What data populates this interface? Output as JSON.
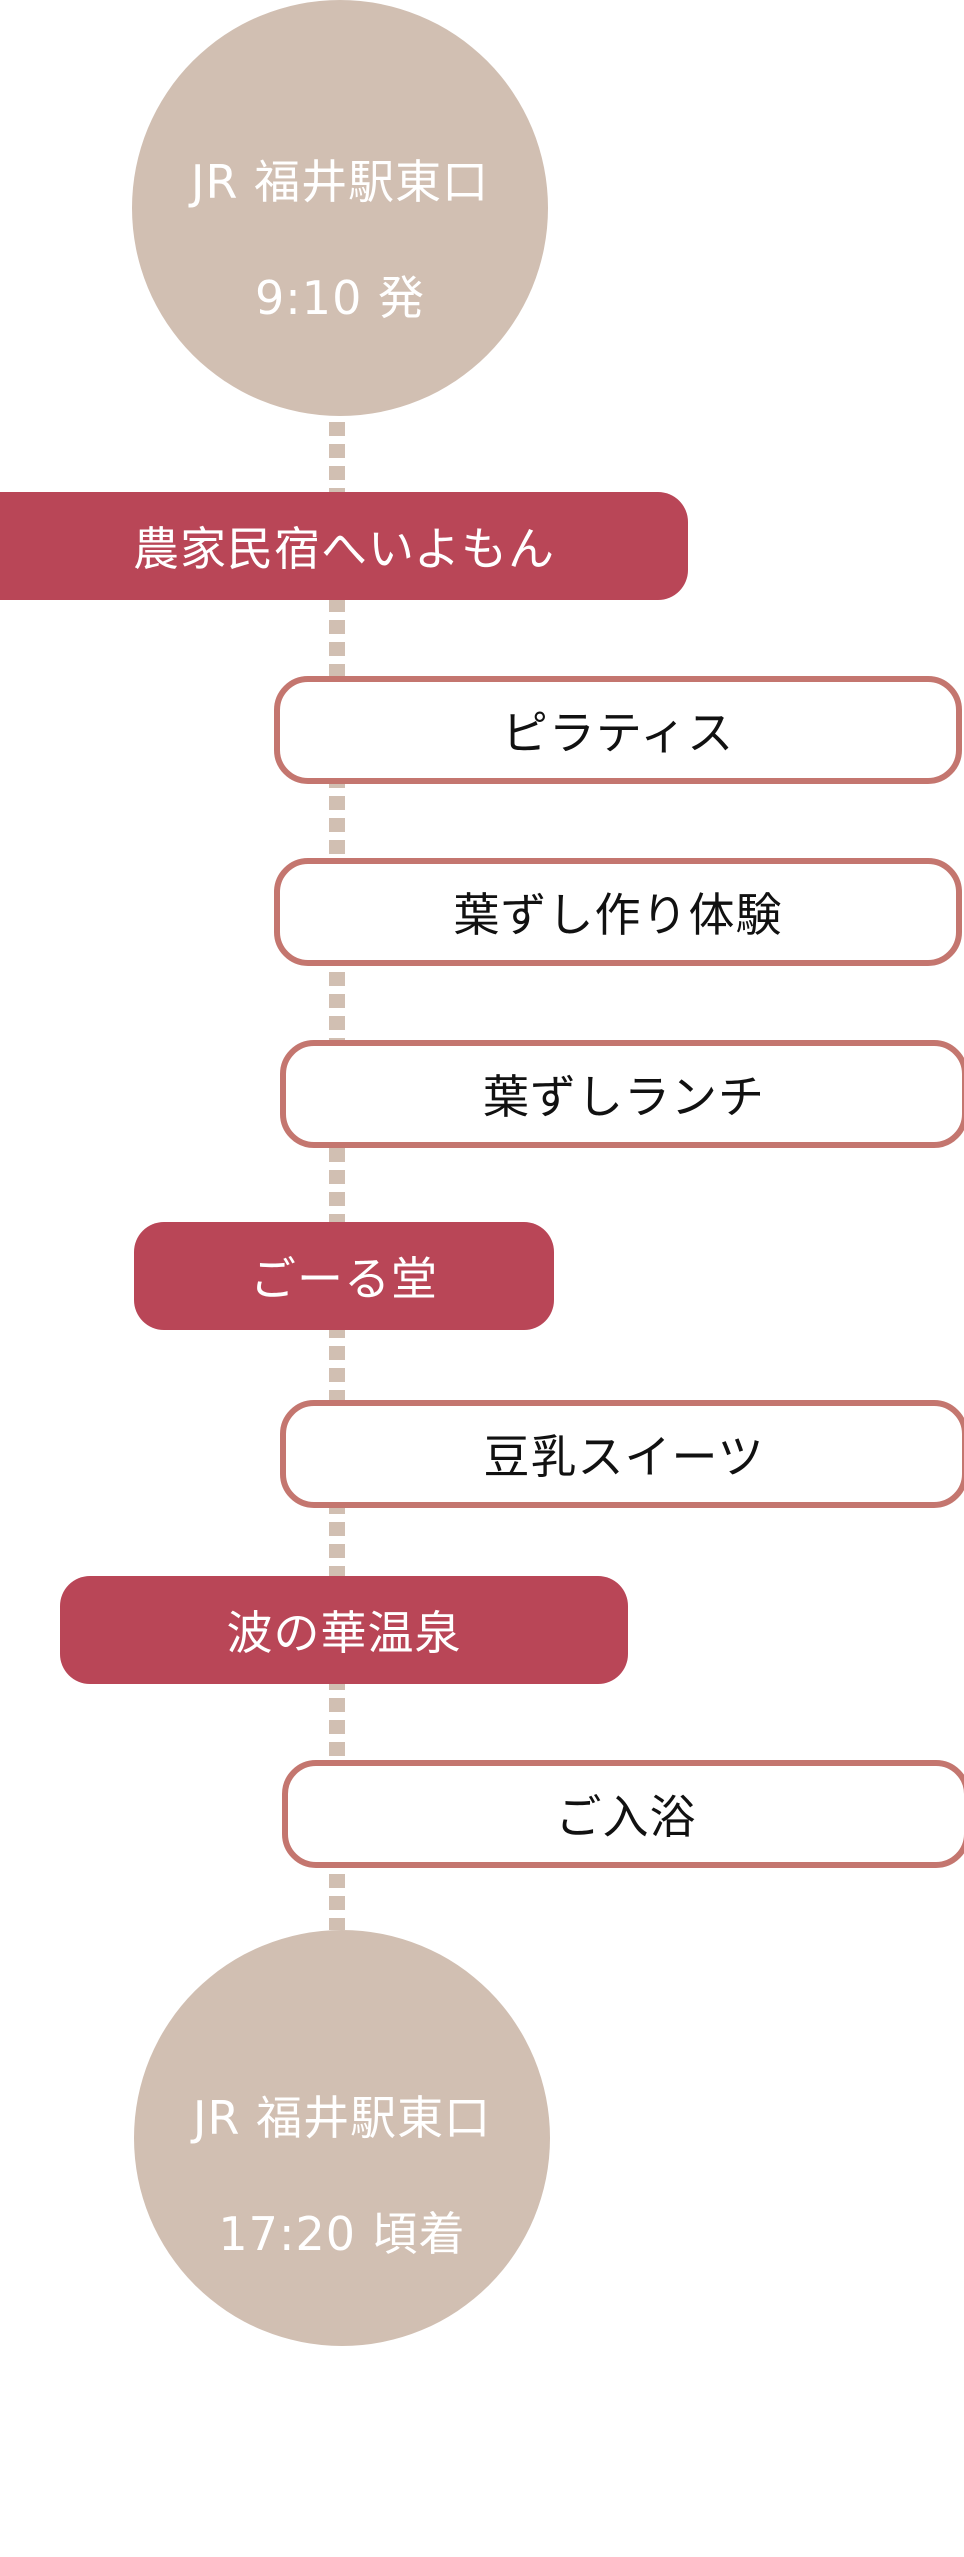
{
  "start": {
    "place": "JR 福井駅東口",
    "time": "9:10 発"
  },
  "stops": [
    {
      "name": "農家民宿へいよもん",
      "activities": [
        "ピラティス",
        "葉ずし作り体験",
        "葉ずしランチ"
      ]
    },
    {
      "name": "ごーる堂",
      "activities": [
        "豆乳スイーツ"
      ]
    },
    {
      "name": "波の華温泉",
      "activities": [
        "ご入浴"
      ]
    }
  ],
  "end": {
    "place": "JR 福井駅東口",
    "time": "17:20 頃着"
  },
  "colors": {
    "circle": "#d1bfb2",
    "place_fill": "#b94657",
    "activity_border": "#c4766f",
    "connector": "#d1bfb2"
  }
}
